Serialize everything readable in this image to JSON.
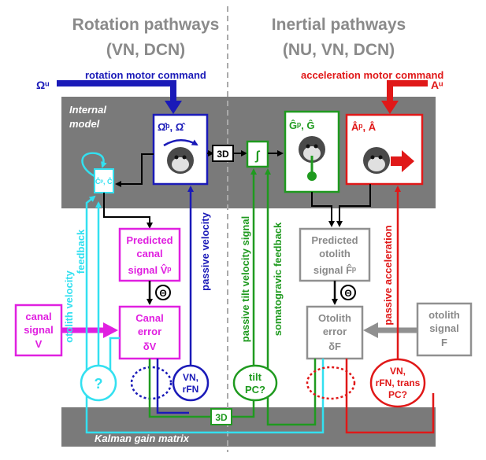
{
  "colors": {
    "blue": "#1a1ab8",
    "cyan": "#33e0f0",
    "magenta": "#e020e0",
    "green": "#1f9a1f",
    "red": "#e01818",
    "gray_text": "#8a8a8a",
    "gray_box": "#909090",
    "band": "#7a7a7a"
  },
  "headers": {
    "rotation_title": "Rotation pathways",
    "rotation_sub": "(VN, DCN)",
    "inertial_title": "Inertial pathways",
    "inertial_sub": "(NU, VN, DCN)"
  },
  "motor": {
    "rotation_label": "rotation motor command",
    "rotation_symbol": "Ωᵘ",
    "acceleration_label": "acceleration motor command",
    "acceleration_symbol": "Aᵘ"
  },
  "internal_model": {
    "line1": "Internal",
    "line2": "model"
  },
  "kalman": {
    "label": "Kalman gain matrix"
  },
  "blocks": {
    "rotation_estimate": "Ω̂ᵖ, Ω̂",
    "canal_estimate": "Ĉᵖ, Ĉ",
    "threeD_top": "3D",
    "integrator": "∫",
    "gravity_estimate": "Ĝᵖ, Ĝ",
    "accel_estimate": "Âᵖ, Â",
    "threeD_bottom": "3D"
  },
  "predicted_canal": {
    "l1": "Predicted",
    "l2": "canal",
    "l3": "signal V̂ᵖ"
  },
  "predicted_otolith": {
    "l1": "Predicted",
    "l2": "otolith",
    "l3": "signal F̂ᵖ"
  },
  "canal_signal": {
    "l1": "canal",
    "l2": "signal",
    "l3": "V"
  },
  "canal_error": {
    "l1": "Canal",
    "l2": "error",
    "l3": "δV"
  },
  "otolith_error": {
    "l1": "Otolith",
    "l2": "error",
    "l3": "δF"
  },
  "otolith_signal": {
    "l1": "otolith",
    "l2": "signal",
    "l3": "F"
  },
  "minus": "Θ",
  "vertical_labels": {
    "otolith_velocity_feedback_1": "otolith velocity",
    "otolith_velocity_feedback_2": "feedback",
    "passive_velocity": "passive velocity",
    "passive_tilt_velocity": "passive tilt velocity signal",
    "somatogravic": "somatogravic feedback",
    "passive_acceleration": "passive acceleration"
  },
  "cells": {
    "question": "?",
    "vn_rfn_1": "VN,",
    "vn_rfn_2": "rFN",
    "tilt_pc_1": "tilt",
    "tilt_pc_2": "PC?",
    "vn_rfn_trans_1": "VN,",
    "vn_rfn_trans_2": "rFN, trans",
    "vn_rfn_trans_3": "PC?"
  }
}
